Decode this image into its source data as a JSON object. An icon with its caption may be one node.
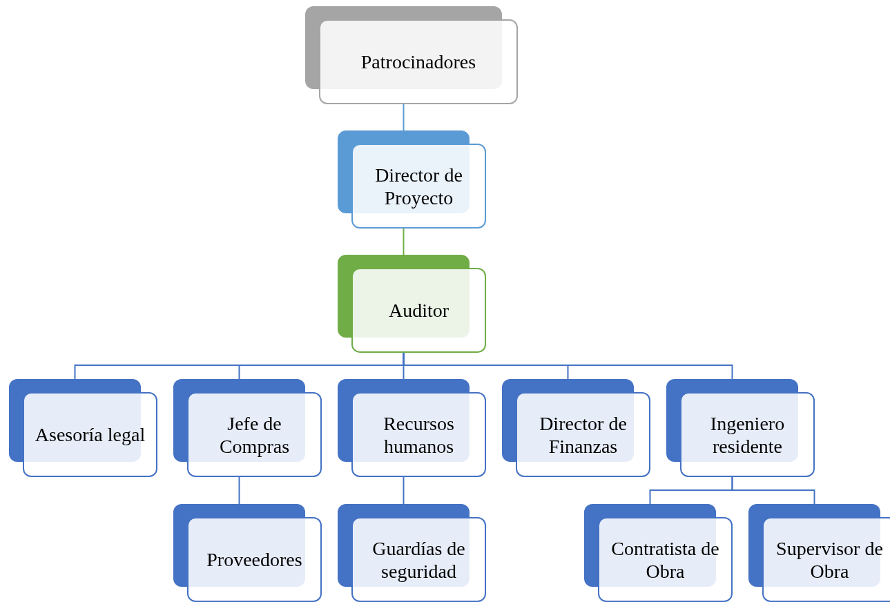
{
  "diagram": {
    "nodes": [
      {
        "text": [
          "Patrocinadores"
        ]
      },
      {
        "text": [
          "Director de Proyecto"
        ]
      },
      {
        "text": [
          "Auditor"
        ]
      },
      {
        "text": [
          "Asesoría legal"
        ]
      },
      {
        "text": [
          "Jefe de Compras"
        ]
      },
      {
        "text": [
          "Recursos humanos"
        ]
      },
      {
        "text": [
          "Director de Finanzas"
        ]
      },
      {
        "text": [
          "Ingeniero residente"
        ]
      },
      {
        "text": [
          "Proveedores"
        ]
      },
      {
        "text": [
          "Guardías de seguridad"
        ]
      },
      {
        "text": [
          "Contratista de Obra"
        ]
      },
      {
        "text": [
          "Supervisor de Obra"
        ]
      }
    ],
    "edges": [
      {
        "from": 0,
        "to": 1,
        "arrow": "none",
        "color": "#5b9bd5"
      },
      {
        "from": 1,
        "to": 2,
        "arrow": "none",
        "color": "#70ad47"
      },
      {
        "from": 2,
        "to": 3,
        "arrow": "none"
      },
      {
        "from": 2,
        "to": 4,
        "arrow": "none"
      },
      {
        "from": 2,
        "to": 5,
        "arrow": "none"
      },
      {
        "from": 2,
        "to": 6,
        "arrow": "none"
      },
      {
        "from": 2,
        "to": 7,
        "arrow": "none"
      },
      {
        "from": 4,
        "to": 8,
        "arrow": "none"
      },
      {
        "from": 5,
        "to": 9,
        "arrow": "none"
      },
      {
        "from": 7,
        "to": 10,
        "arrow": "none"
      },
      {
        "from": 7,
        "to": 11,
        "arrow": "none"
      }
    ]
  }
}
